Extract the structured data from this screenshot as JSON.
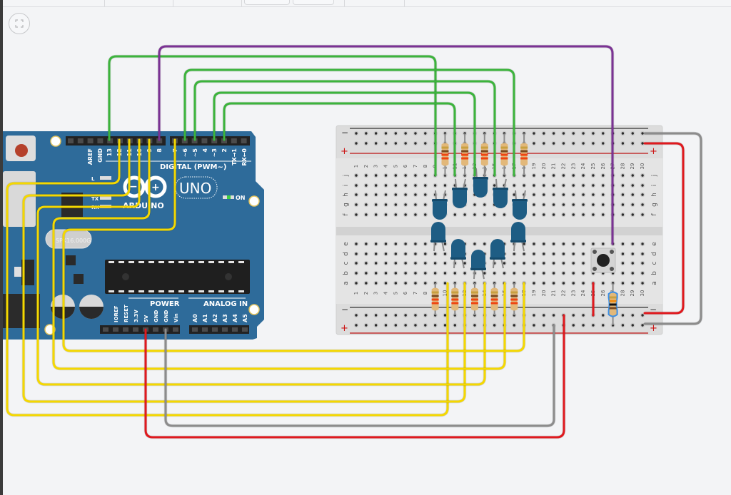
{
  "toolbar": {
    "fit_view_icon": "fit-to-view-icon"
  },
  "arduino": {
    "brand": "ARDUINO",
    "model": "UNO",
    "on_label": "ON",
    "digital_label": "DIGITAL (PWM~)",
    "power_label": "POWER",
    "analog_label": "ANALOG IN",
    "led_labels": [
      "L",
      "TX",
      "RX"
    ],
    "crystal_label": "SPK16.000G",
    "digital_pins_left": [
      "AREF",
      "GND",
      "13",
      "12",
      "11",
      "10",
      "~9",
      "8"
    ],
    "digital_pins_right": [
      "7",
      "~6",
      "~5",
      "4",
      "~3",
      "2",
      "TX→1",
      "RX←0"
    ],
    "power_pins": [
      "IOREF",
      "RESET",
      "3.3V",
      "5V",
      "GND",
      "GND",
      "Vin"
    ],
    "analog_pins": [
      "A0",
      "A1",
      "A2",
      "A3",
      "A4",
      "A5"
    ]
  },
  "breadboard": {
    "columns": [
      "1",
      "2",
      "3",
      "4",
      "5",
      "6",
      "7",
      "8",
      "9",
      "10",
      "11",
      "12",
      "13",
      "14",
      "15",
      "16",
      "17",
      "18",
      "19",
      "20",
      "21",
      "22",
      "23",
      "24",
      "25",
      "26",
      "27",
      "28",
      "29",
      "30"
    ],
    "rows_top": [
      "j",
      "i",
      "h",
      "g",
      "f"
    ],
    "rows_bottom": [
      "e",
      "d",
      "c",
      "b",
      "a"
    ],
    "rail_minus": "−",
    "rail_plus": "+"
  },
  "components": {
    "led_count": 10,
    "led_color": "#1e5d84",
    "resistor_count": 11,
    "pushbutton_count": 1
  },
  "wires": {
    "colors": {
      "green": "#3cb43c",
      "purple": "#7b3294",
      "yellow": "#f5d800",
      "red": "#e0191e",
      "gray": "#8c8c8c"
    }
  }
}
